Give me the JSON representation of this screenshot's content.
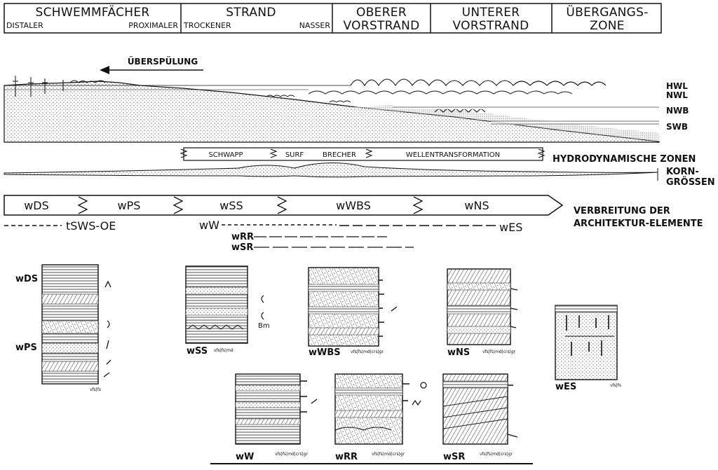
{
  "header": {
    "schwemmfaecher": {
      "title": "SCHWEMMFÄCHER",
      "left": "DISTALER",
      "right": "PROXIMALER"
    },
    "strand": {
      "title": "STRAND",
      "left": "TROCKENER",
      "right": "NASSER"
    },
    "oberer": {
      "line1": "OBERER",
      "line2": "VORSTRAND"
    },
    "unterer": {
      "line1": "UNTERER",
      "line2": "VORSTRAND"
    },
    "uebergang": {
      "line1": "ÜBERGANGS-",
      "line2": "ZONE"
    }
  },
  "profile": {
    "overwash": "ÜBERSPÜLUNG",
    "levels": [
      "HWL",
      "NWL",
      "NWB",
      "SWB"
    ]
  },
  "hydro": {
    "zones": [
      "SCHWAPP",
      "SURF",
      "BRECHER",
      "WELLENTRANSFORMATION"
    ],
    "label": "HYDRODYNAMISCHE ZONEN",
    "grain_line1": "KORN-",
    "grain_line2": "GRÖSSEN"
  },
  "elements": {
    "band": [
      "wDS",
      "wPS",
      "wSS",
      "wWBS",
      "wNS"
    ],
    "dist_label_line1": "VERBREITUNG DER",
    "dist_label_line2": "ARCHITEKTUR-ELEMENTE",
    "ranges": {
      "tsws": "tSWS-OE",
      "ww": "wW",
      "wrr": "wRR",
      "wsr": "wSR",
      "wes": "wES"
    }
  },
  "columns": {
    "labels": {
      "wds": "wDS",
      "wps": "wPS",
      "wss": "wSS",
      "wwbs": "wWBS",
      "wns": "wNS",
      "wes": "wES",
      "ww": "wW",
      "wrr": "wRR",
      "wsr": "wSR"
    },
    "scale_short": "vfs|fs",
    "scale_mid": "vfs|fs|md",
    "scale_long": "vfs|fs|md|crs|gr",
    "marker": "Bm"
  }
}
